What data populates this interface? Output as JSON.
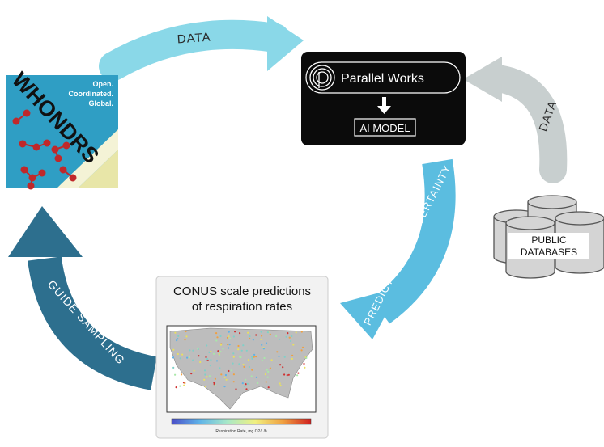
{
  "arrows": {
    "top": {
      "label": "DATA",
      "color": "#8ad8e8"
    },
    "right": {
      "label": "DATA",
      "color": "#c8cfcf"
    },
    "middle": {
      "label": "PREDICTIONS & UNCERTAINTY",
      "color": "#5bbde0"
    },
    "left": {
      "label": "GUIDE SAMPLING",
      "color": "#2d6f8e"
    }
  },
  "whondrs": {
    "logo_text": "WHONDRS",
    "tagline": [
      "Open.",
      "Coordinated.",
      "Global."
    ]
  },
  "parallel_works": {
    "brand": "Parallel Works",
    "model_label": "AI MODEL"
  },
  "databases": {
    "label_line1": "PUBLIC",
    "label_line2": "DATABASES"
  },
  "map_panel": {
    "title_line1": "CONUS scale predictions",
    "title_line2": "of respiration rates",
    "colorbar_caption": "Respiration Rate, mg O2/L/h"
  }
}
